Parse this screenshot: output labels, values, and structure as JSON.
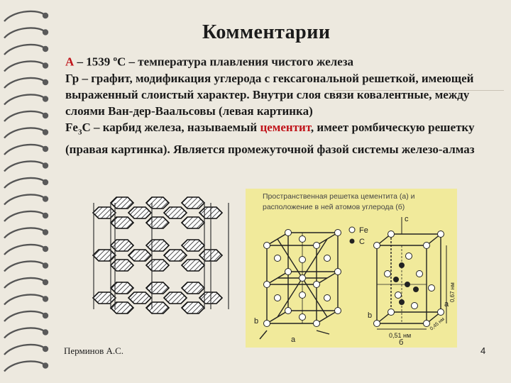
{
  "slide": {
    "title": "Комментарии",
    "paragraphs": {
      "p1_a": "А",
      "p1_b": " – 1539 ",
      "p1_deg": "о",
      "p1_c": "С – температура плавления чистого железа",
      "p2": "Гр – графит, модификация углерода с гексагональной решеткой, имеющей выраженный слоистый характер. Внутри слоя связи ковалентные, между слоями Ван-дер-Ваальсовы (левая картинка)",
      "p3_fe": "Fe",
      "p3_sub": "3",
      "p3_a": "C – карбид железа, называемый ",
      "p3_red": "цементит",
      "p3_b": ", имеет ромбическую решетку (правая картинка). Является промежуточной фазой системы железо-алмаз"
    },
    "cementite_figure": {
      "caption_line1": "Пространственная решетка цементита (а) и",
      "caption_line2": "расположение в ней атомов углерода (б)",
      "legend_fe": "Fe",
      "legend_c": "C",
      "label_a_left": "а",
      "label_b_left": "b",
      "label_c_right": "с",
      "label_a_right": "а",
      "label_b_right": "b",
      "dim_067": "0,67 нм",
      "dim_051": "0,51 нм",
      "dim_045": "0,45 нм",
      "label_b_bottom": "б"
    },
    "footer": {
      "author": "Перминов А.С.",
      "page": "4"
    }
  },
  "colors": {
    "background": "#ede9df",
    "accent_red": "#c0141a",
    "figure_bg": "#f1ea9b"
  }
}
